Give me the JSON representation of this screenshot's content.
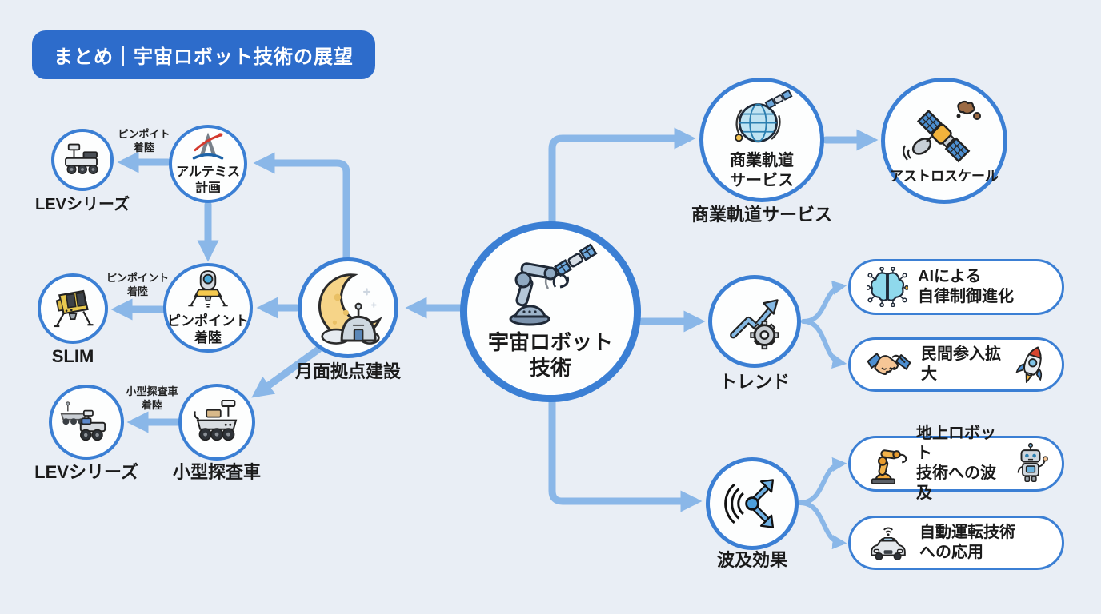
{
  "title_badge": "まとめ｜宇宙ロボット技術の展望",
  "colors": {
    "background": "#e9eef5",
    "badge_blue": "#2d6ccb",
    "node_border_blue": "#3b7fd4",
    "arrow_blue": "#8ab7e8",
    "text_dark": "#1a1a1a"
  },
  "central_node": {
    "label": "宇宙ロボット\n技術",
    "icon": "robot-arm-satellite-icon"
  },
  "lunar_branch": {
    "moon_base": {
      "label": "月面拠点建設",
      "icon": "moon-base-icon"
    },
    "artemis": {
      "label": "アルテミス\n計画",
      "icon": "artemis-logo-icon"
    },
    "lev_top": {
      "label": "LEVシリーズ",
      "icon": "rover-icon"
    },
    "pinpoint_landing": {
      "label": "ピンポイント\n着陸",
      "icon": "lunar-lander-icon"
    },
    "slim": {
      "label": "SLIM",
      "icon": "slim-lander-icon"
    },
    "small_rover": {
      "label": "小型探査車",
      "icon": "small-rover-icon"
    },
    "lev_bottom": {
      "label": "LEVシリーズ",
      "icon": "two-rovers-icon"
    },
    "edge_labels": {
      "artemis_to_lev": "ピンポイト\n着陸",
      "pinpoint_to_slim": "ピンポイント\n着陸",
      "rover_to_lev": "小型探査車\n着陸"
    }
  },
  "orbit_branch": {
    "commercial_orbit": {
      "label_inside": "商業軌道\nサービス",
      "label_below": "商業軌道サービス",
      "icon": "globe-satellite-icon"
    },
    "astroscale": {
      "label": "アストロスケール",
      "icon": "satellite-debris-icon"
    }
  },
  "trend_branch": {
    "trend": {
      "label": "トレンド",
      "icon": "trend-gear-icon"
    },
    "pills": [
      {
        "label": "AIによる\n自律制御進化",
        "icon_left": "ai-brain-icon"
      },
      {
        "label": "民間参入拡大",
        "icon_left": "handshake-icon",
        "icon_right": "rocket-icon"
      }
    ]
  },
  "ripple_branch": {
    "ripple": {
      "label": "波及効果",
      "icon": "ripple-arrows-icon"
    },
    "pills": [
      {
        "label": "地上ロボット\n技術への波及",
        "icon_left": "ground-robot-arm-icon",
        "icon_right": "robot-icon"
      },
      {
        "label": "自動運転技術\nへの応用",
        "icon_left": "autonomous-car-icon"
      }
    ]
  }
}
